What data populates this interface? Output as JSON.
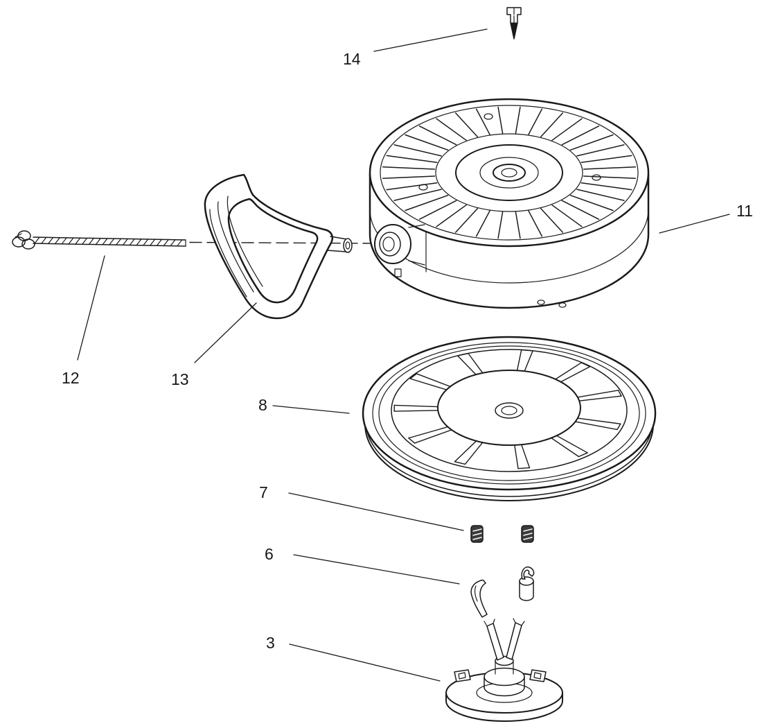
{
  "figure": {
    "type": "exploded-parts-diagram",
    "background": "#ffffff",
    "line_color": "#1a1a1a"
  },
  "labels": {
    "l3": "3",
    "l6": "6",
    "l7": "7",
    "l8": "8",
    "l11": "11",
    "l12": "12",
    "l13": "13",
    "l14": "14"
  },
  "callouts": [
    {
      "label": "14",
      "part": "pin"
    },
    {
      "label": "11",
      "part": "housing"
    },
    {
      "label": "12",
      "part": "rope"
    },
    {
      "label": "13",
      "part": "handle"
    },
    {
      "label": "8",
      "part": "pulley"
    },
    {
      "label": "7",
      "part": "springs"
    },
    {
      "label": "6",
      "part": "pawls"
    },
    {
      "label": "3",
      "part": "retainer-assembly"
    }
  ]
}
